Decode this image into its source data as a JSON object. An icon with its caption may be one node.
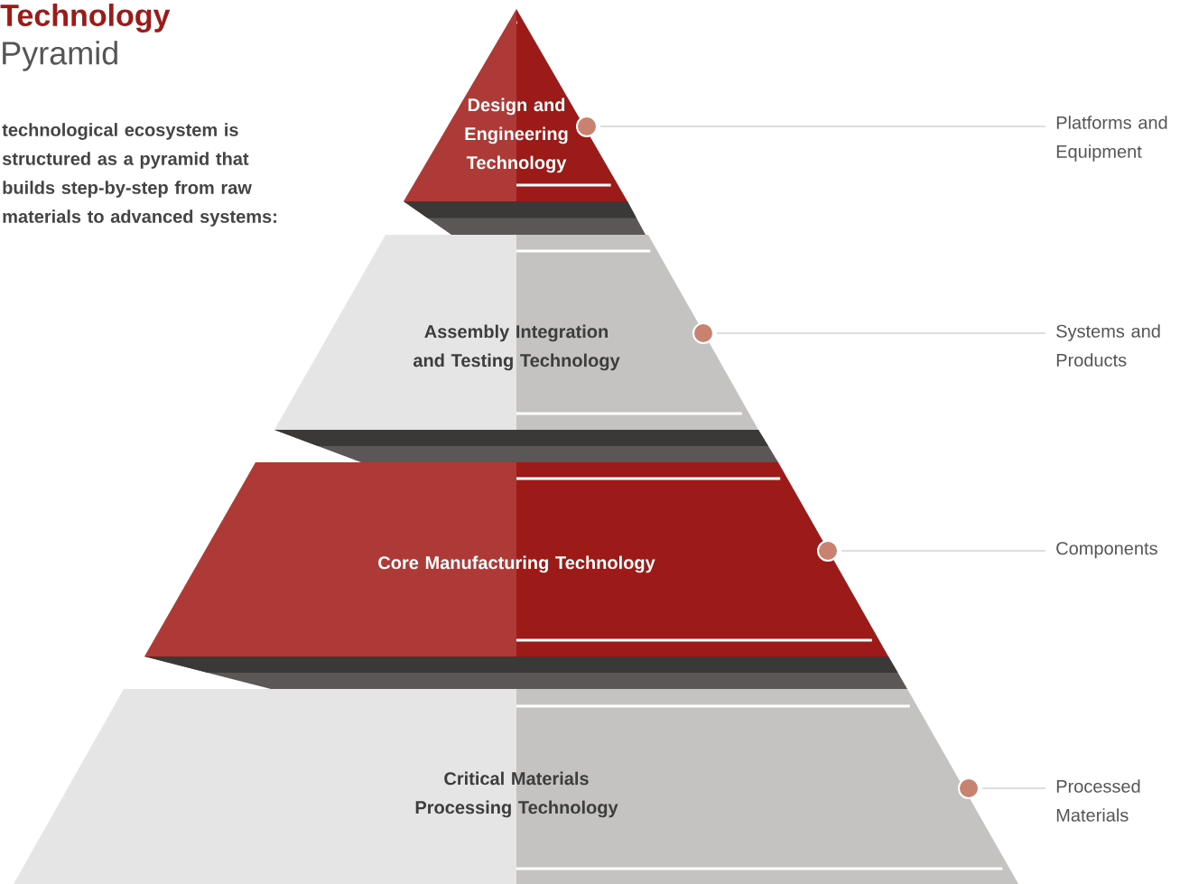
{
  "diagram": {
    "title": "Technology",
    "nodes": [
      {
        "text": [
          "Design and Engineering Technology"
        ]
      },
      {
        "text": [],
        "shape": "circle"
      },
      {
        "text": [
          "Platforms and Equipment"
        ]
      },
      {
        "text": [
          "Assembly Integration and Testing Technology"
        ]
      },
      {
        "text": [],
        "shape": "circle"
      },
      {
        "text": [
          "Systems and Products"
        ]
      },
      {
        "text": [
          "Core Manufacturing Technology"
        ]
      },
      {
        "text": [],
        "shape": "circle"
      },
      {
        "text": [
          "Components"
        ]
      },
      {
        "text": [
          "Critical Materials Processing Technology"
        ]
      },
      {
        "text": [],
        "shape": "circle"
      },
      {
        "text": [
          "Processed Materials"
        ]
      }
    ],
    "edges": [
      {
        "from": 1,
        "to": 2,
        "arrow": "none"
      },
      {
        "from": 4,
        "to": 5,
        "arrow": "none"
      },
      {
        "from": 7,
        "to": 8,
        "arrow": "none"
      },
      {
        "from": 10,
        "to": 11,
        "arrow": "none"
      }
    ],
    "labels": [
      "Pyramid",
      "technological ecosystem is structured as a pyramid that builds step-by-step from raw materials to advanced systems:"
    ]
  }
}
